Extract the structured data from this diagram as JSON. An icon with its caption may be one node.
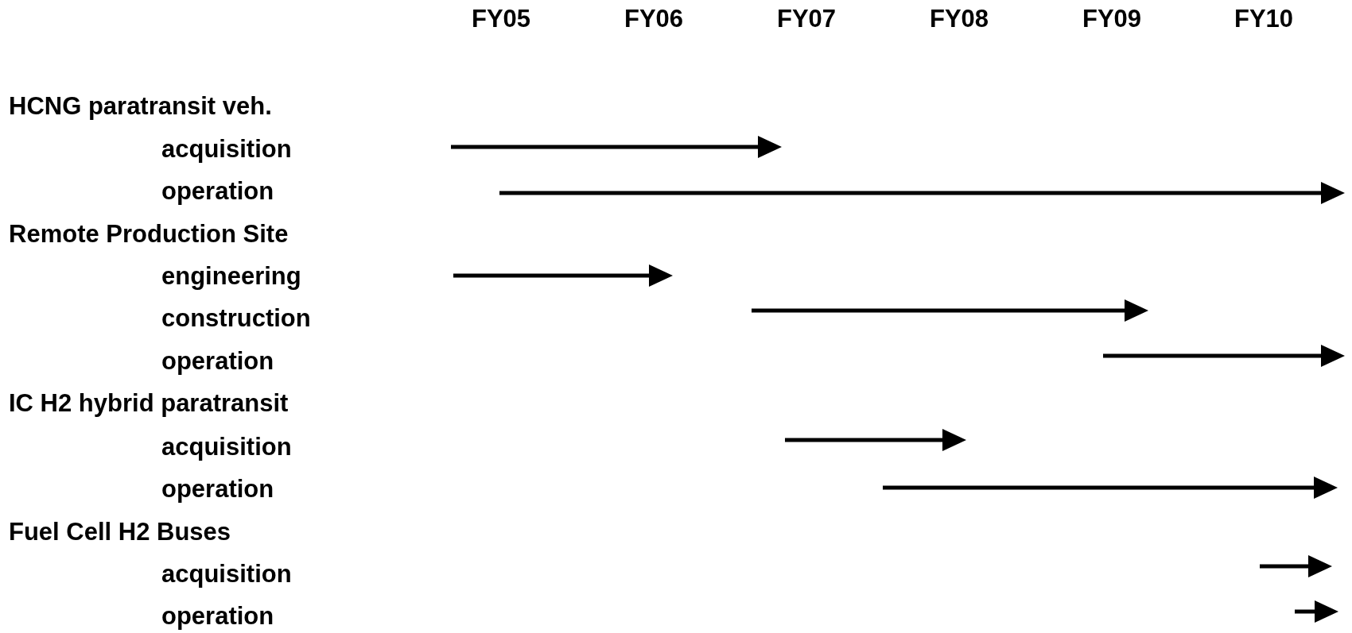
{
  "diagram": {
    "labels": [
      "FY05",
      "FY06",
      "FY07",
      "FY08",
      "FY09",
      "FY10",
      "HCNG paratransit veh.",
      "acquisition",
      "operation",
      "Remote Production Site",
      "engineering",
      "construction",
      "operation",
      "IC H2 hybrid paratransit",
      "acquisition",
      "operation",
      "Fuel Cell H2 Buses",
      "acquisition",
      "operation"
    ]
  }
}
